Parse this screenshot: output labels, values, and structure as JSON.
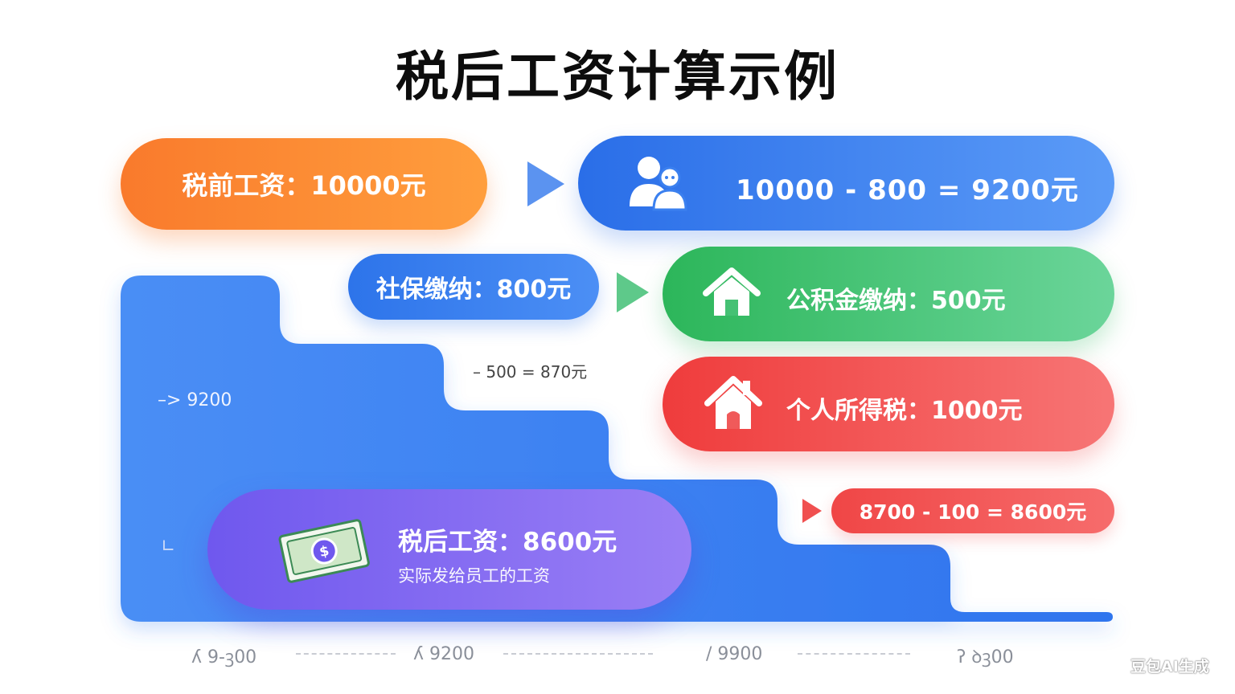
{
  "title": "税后工资计算示例",
  "pretax": "税前工资：10000元",
  "gross_calc": "10000 - 800 = 9200元",
  "social": "社保缴纳：800元",
  "housing": "公积金缴纳：500元",
  "tax": "个人所得税：1000元",
  "final_calc": "8700 - 100 = 8600元",
  "small_calc": "– 500 =   870元",
  "left_label": "–> 9200",
  "left_mark": "∟",
  "net": {
    "main": "税后工资：8600元",
    "sub": "实际发给员工的工资"
  },
  "axis": [
    "ʎ 9-ꝫ00",
    "ʎ 9200",
    "/ 9900",
    "ʔ ꝺꝫ00"
  ],
  "watermark": "豆包AI生成",
  "colors": {
    "orange": "#f97a2c",
    "blue": "#2a6ee8",
    "green": "#2cb65a",
    "red": "#ef3c3c",
    "purple": "#6f58ee",
    "stair_blue": "#3b7ff0"
  },
  "icons": {
    "gross": "people-icon",
    "housing": "house-icon",
    "tax": "house-icon",
    "net": "banknote-icon"
  }
}
